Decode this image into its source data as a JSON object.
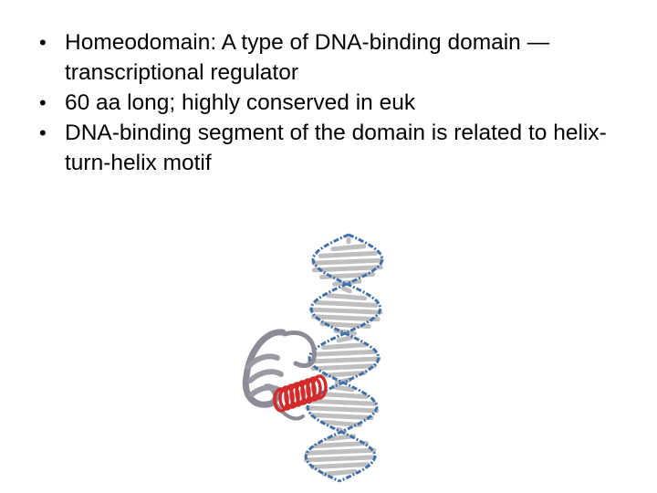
{
  "slide": {
    "bullets": [
      {
        "text": "Homeodomain: A type of DNA-binding domain —transcriptional regulator"
      },
      {
        "text": "60 aa long; highly conserved in euk"
      },
      {
        "text": "DNA-binding segment of the domain is related to helix-turn-helix motif"
      }
    ],
    "figure": {
      "colors": {
        "dna_backbone": "#3f6fa8",
        "dna_bases": "#bfbfbf",
        "protein": "#8c8c96",
        "recognition_helix": "#d42a2a"
      }
    }
  }
}
